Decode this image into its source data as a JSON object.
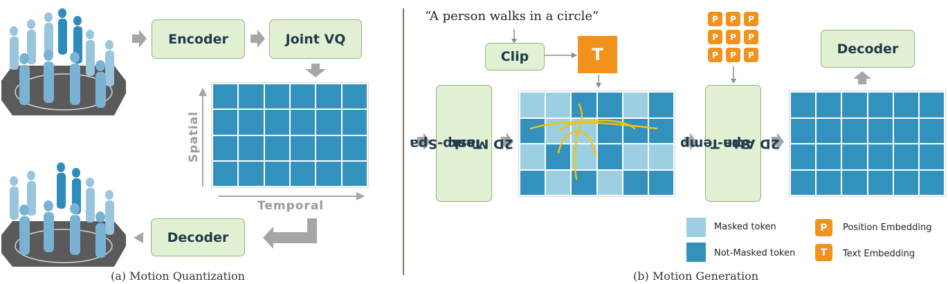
{
  "left": {
    "encoder_label": "Encoder",
    "jointvq_label": "Joint VQ",
    "decoder_label": "Decoder",
    "spatial_label": "Spatial",
    "temporal_label": "Temporal",
    "caption": "(a) Motion Quantization"
  },
  "right": {
    "prompt": "“A person walks in a circle”",
    "clip_label": "Clip",
    "text_token": "T",
    "mask_label_1": "Temp-Spa",
    "mask_label_2": "2D Mask",
    "attn_label_1": "Spa-Temp",
    "attn_label_2": "2D Attn",
    "decoder_label": "Decoder",
    "position_token": "P",
    "caption": "(b) Motion Generation"
  },
  "legend": {
    "masked": "Masked token",
    "not_masked": "Not-Masked token",
    "position_symbol": "P",
    "position": "Position Embedding",
    "text_symbol": "T",
    "text": "Text Embedding"
  },
  "colors": {
    "token_blue": "#3291bd",
    "masked_blue": "#9ccfe2",
    "box_green": "#e2f0d3",
    "box_border": "#8fb47a",
    "orange": "#f2911b",
    "attention_yellow": "#f4c20d",
    "arrow_gray": "#a6a6a6",
    "divider_brown": "#8c6e5d"
  },
  "mask_grid": [
    [
      1,
      1,
      0,
      0,
      1,
      0
    ],
    [
      0,
      1,
      1,
      0,
      0,
      0
    ],
    [
      1,
      0,
      1,
      0,
      1,
      1
    ],
    [
      0,
      1,
      0,
      1,
      0,
      0
    ]
  ]
}
